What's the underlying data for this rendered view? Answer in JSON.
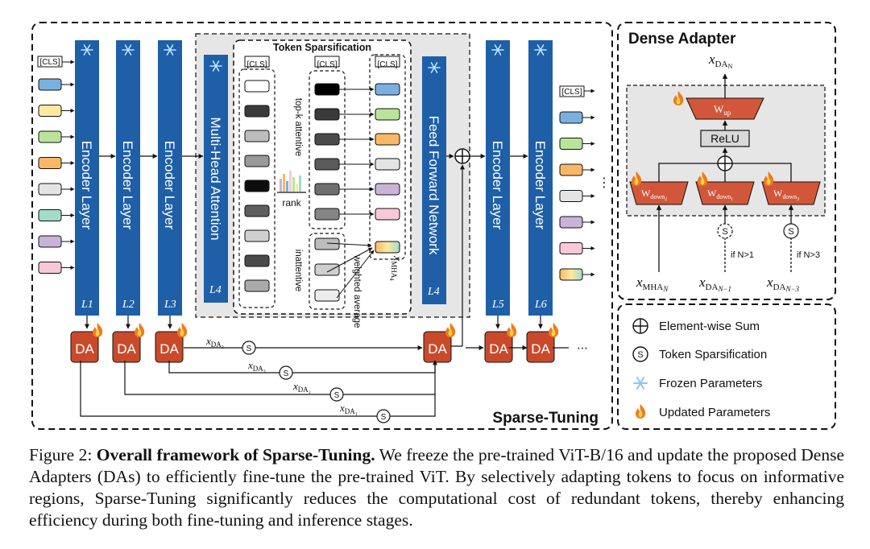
{
  "panels": {
    "main_title": "Sparse-Tuning",
    "adapter_title": "Dense Adapter",
    "token_sparsification_title": "Token Sparsification"
  },
  "tokens": {
    "cls": "[CLS]",
    "input_colors": [
      "#7ab0e0",
      "#fde9a0",
      "#b9e49a",
      "#f8b866",
      "#e4e4e4",
      "#a2dcc8",
      "#c9b3d9",
      "#f9c8d8"
    ],
    "output_colors": [
      "#7ab0e0",
      "#b9e49a",
      "#f8b866",
      "#e4e4e4",
      "#c9b3d9",
      "#f9c8d8"
    ],
    "attentive_grays": [
      "#000000",
      "#3a3a3a",
      "#4a4a4a",
      "#5a5a5a",
      "#6f6f6f",
      "#858585"
    ],
    "sorted_grays": [
      "#ffffff",
      "#3a3a3a",
      "#bdbdbd",
      "#9a9a9a",
      "#0d0d0d",
      "#5e5e5e",
      "#cfcfcf",
      "#4a4a4a",
      "#aaaaaa"
    ],
    "inattentive_grays": [
      "#bdbdbd",
      "#cfcfcf",
      "#ececec"
    ],
    "kept_colors": [
      "#7ab0e0",
      "#b9e49a",
      "#f8b866",
      "#e4e4e4",
      "#c9b3d9",
      "#f9c8d8"
    ]
  },
  "blocks": {
    "encoder_layer": "Encoder Layer",
    "mha": "Multi-Head Attention",
    "ffn": "Feed Forward Network",
    "da": "DA",
    "layer_labels": [
      "L1",
      "L2",
      "L3",
      "L4",
      "L4",
      "L5",
      "L6"
    ]
  },
  "labels": {
    "top_k": "top-k attentive",
    "rank": "rank",
    "inattentive": "inattentive",
    "weighted_average": "weighted average",
    "x_mha": "x",
    "x_mha_sub": "MHA",
    "x_mha_sub2": "4",
    "s": "S",
    "ellipsis": "⋮",
    "ellipsis_h": "⋯",
    "x_da3a": "DA₃",
    "x_da3b": "DA₃",
    "x_da2": "DA₂",
    "x_da1": "DA₁"
  },
  "adapter": {
    "out_var": "DA",
    "out_sub": "N",
    "w_up": "W",
    "w_up_sub": "up",
    "relu": "ReLU",
    "w_down": "W",
    "w_down_sub": "down",
    "down_idx": [
      "2",
      "1",
      "3"
    ],
    "in_mha": "MHA",
    "in_mha_sub": "N",
    "in_da1": "DA",
    "in_da1_sub": "N−1",
    "in_da3": "DA",
    "in_da3_sub": "N−3",
    "if_n1": "if N>1",
    "if_n3": "if N>3"
  },
  "legend": [
    {
      "icon": "element-wise-sum-icon",
      "label": "Element-wise Sum"
    },
    {
      "icon": "token-sparsification-icon",
      "label": "Token Sparsification"
    },
    {
      "icon": "snowflake-icon",
      "label": "Frozen Parameters"
    },
    {
      "icon": "flame-icon",
      "label": "Updated Parameters"
    }
  ],
  "colors": {
    "encoder_blue": "#1e5fa8",
    "da_red": "#c94a2b",
    "weight_red": "#d2573a",
    "gray_panel": "#e6e6e6",
    "flame_orange": "#f07a1a"
  },
  "caption": {
    "prefix": "Figure 2: ",
    "bold": "Overall framework of Sparse-Tuning.",
    "text": " We freeze the pre-trained ViT-B/16 and update the proposed Dense Adapters (DAs) to efficiently fine-tune the pre-trained ViT. By selectively adapting tokens to focus on informative regions, Sparse-Tuning significantly reduces the computational cost of redundant tokens, thereby enhancing efficiency during both fine-tuning and inference stages."
  }
}
